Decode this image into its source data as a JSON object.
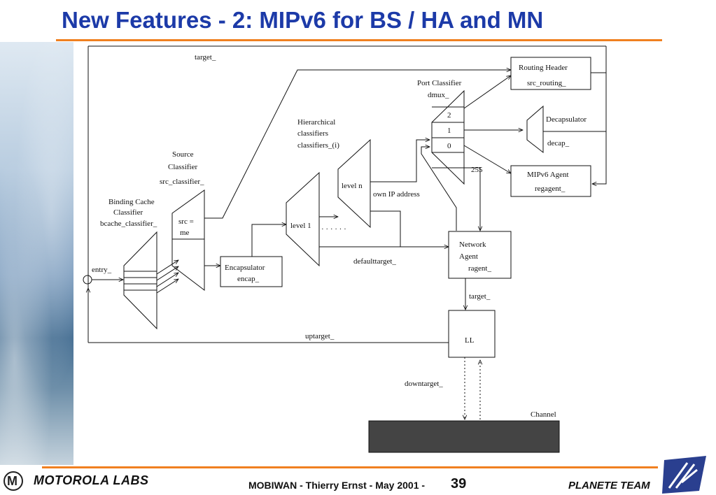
{
  "slide": {
    "title": "New Features - 2: MIPv6 for BS / HA and MN",
    "footer_left": "MOTOROLA LABS",
    "footer_center": "MOBIWAN - Thierry Ernst - May 2001 - ",
    "page_number": "39",
    "footer_right": "PLANETE TEAM",
    "colors": {
      "title": "#1c3aa8",
      "rule": "#f08020",
      "channel": "#444444"
    }
  },
  "diagram": {
    "binding_cache": {
      "line1": "Binding Cache",
      "line2": "Classifier",
      "line3": "bcache_classifier_"
    },
    "entry": "entry_",
    "source_classifier": {
      "line1": "Source",
      "line2": "Classifier",
      "line3": "src_classifier_",
      "port1": "src =",
      "port2": "me"
    },
    "target_label": "target_",
    "encapsulator": {
      "line1": "Encapsulator",
      "line2": "encap_"
    },
    "hierarchical": {
      "line1": "Hierarchical",
      "line2": "classifiers",
      "line3": "classifiers_(i)",
      "level1": "level 1",
      "leveln": "level n",
      "dots": "· · · · · ·"
    },
    "own_ip": "own IP address",
    "defaulttarget": "defaulttarget_",
    "port_classifier": {
      "line1": "Port Classifier",
      "line2": "dmux_",
      "ports": [
        "2",
        "1",
        "0"
      ],
      "port255": "255"
    },
    "routing_header": {
      "line1": "Routing Header",
      "line2": "src_routing_"
    },
    "decapsulator": {
      "line1": "Decapsulator",
      "line2": "decap_"
    },
    "mipv6_agent": {
      "line1": "MIPv6 Agent",
      "line2": "regagent_"
    },
    "network_agent": {
      "line1": "Network",
      "line2": "Agent",
      "line3": "ragent_"
    },
    "target_na": "target_",
    "ll": "LL",
    "uptarget": "uptarget_",
    "downtarget": "downtarget_",
    "channel": "Channel"
  }
}
